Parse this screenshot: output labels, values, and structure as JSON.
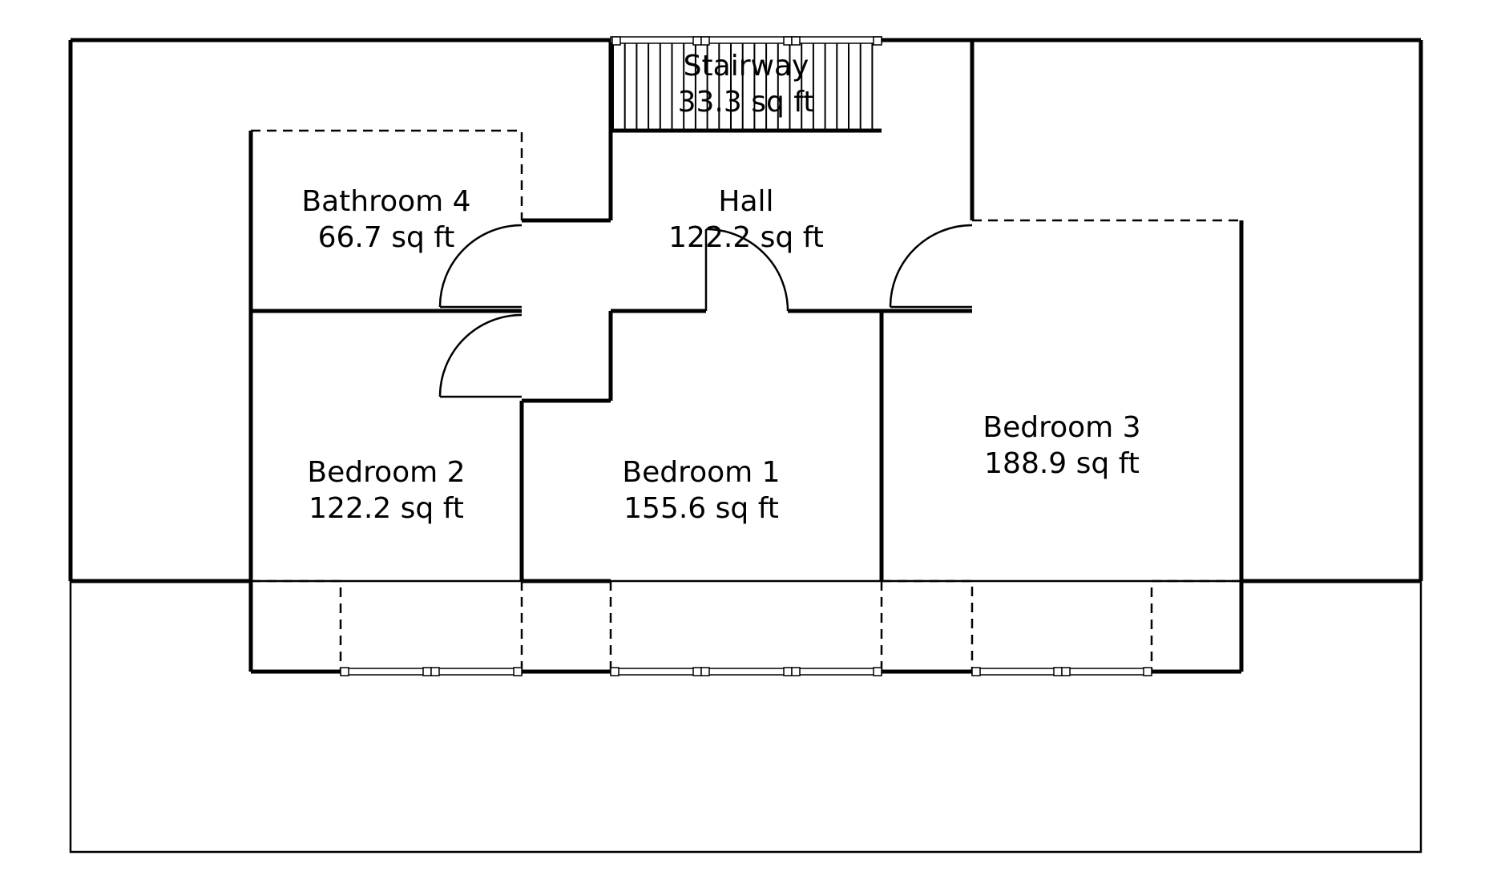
{
  "rooms": {
    "stairway": {
      "name": "Stairway",
      "area": "33.3 sq ft"
    },
    "hall": {
      "name": "Hall",
      "area": "122.2 sq ft"
    },
    "bathroom4": {
      "name": "Bathroom 4",
      "area": "66.7 sq ft"
    },
    "bedroom2": {
      "name": "Bedroom 2",
      "area": "122.2 sq ft"
    },
    "bedroom1": {
      "name": "Bedroom 1",
      "area": "155.6 sq ft"
    },
    "bedroom3": {
      "name": "Bedroom 3",
      "area": "188.9 sq ft"
    }
  },
  "colors": {
    "line": "#000000",
    "background": "#ffffff"
  }
}
